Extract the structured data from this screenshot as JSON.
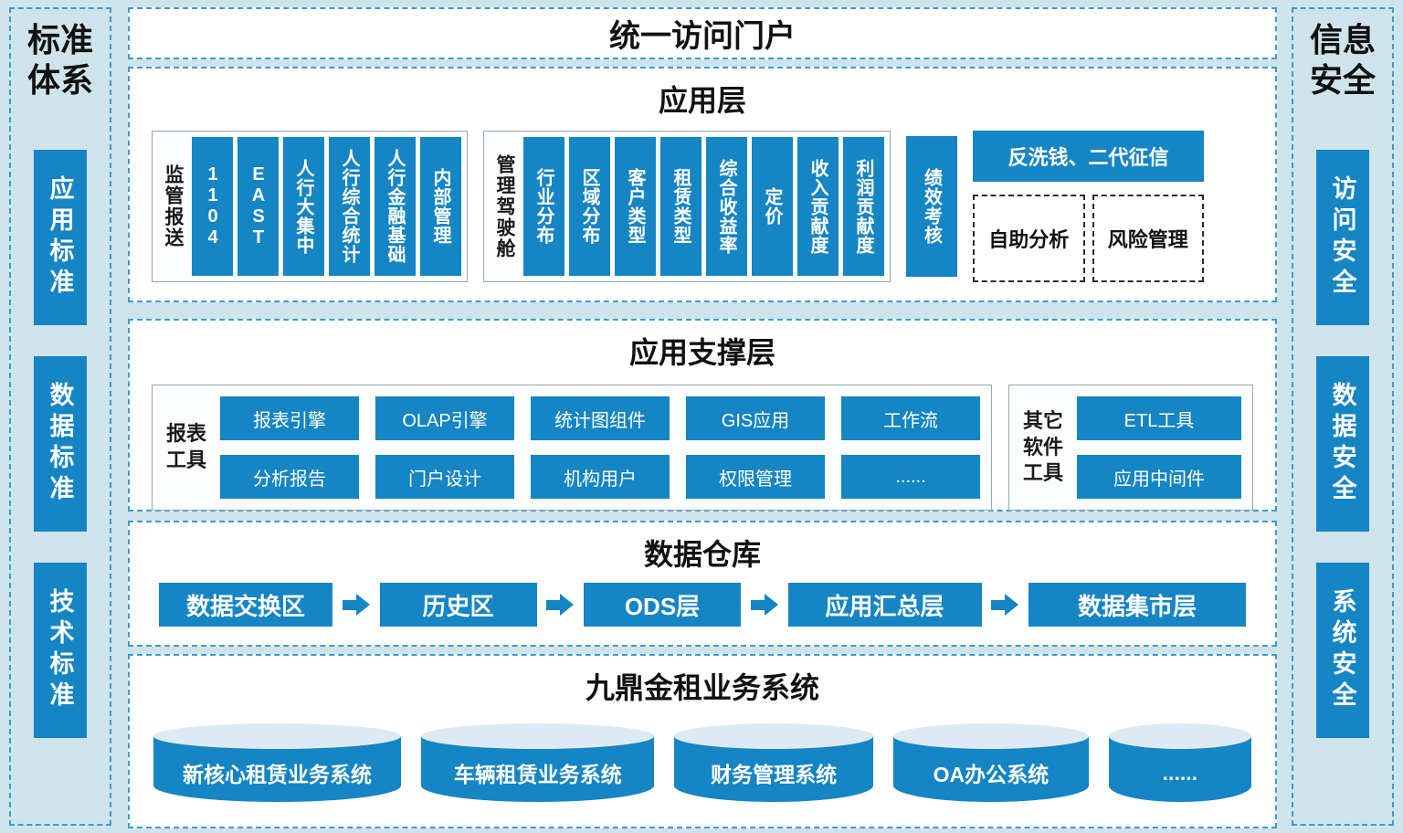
{
  "colors": {
    "accent_blue": "#1585c3",
    "background": "#cfe3eb",
    "dashed_border": "#3a9bd1",
    "cylinder_top": "#dcebf3"
  },
  "left_sidebar": {
    "title": "标准体系",
    "items": [
      "应用标准",
      "数据标准",
      "技术标准"
    ]
  },
  "right_sidebar": {
    "title": "信息安全",
    "items": [
      "访问安全",
      "数据安全",
      "系统安全"
    ]
  },
  "portal": {
    "title": "统一访问门户"
  },
  "app_layer": {
    "title": "应用层",
    "regulatory": {
      "label": "监管报送",
      "items": [
        "1104",
        "EAST",
        "人行大集中",
        "人行综合统计",
        "人行金融基础",
        "内部管理"
      ]
    },
    "cockpit": {
      "label": "管理驾驶舱",
      "items": [
        "行业分布",
        "区域分布",
        "客户类型",
        "租赁类型",
        "综合收益率",
        "定价",
        "收入贡献度",
        "利润贡献度"
      ]
    },
    "performance": "绩效考核",
    "aml": "反洗钱、二代征信",
    "self_analysis": "自助分析",
    "risk_management": "风险管理"
  },
  "support_layer": {
    "title": "应用支撑层",
    "report_tools": {
      "label": "报表工具",
      "row1": [
        "报表引擎",
        "OLAP引擎",
        "统计图组件",
        "GIS应用",
        "工作流"
      ],
      "row2": [
        "分析报告",
        "门户设计",
        "机构用户",
        "权限管理",
        "......"
      ]
    },
    "other_tools": {
      "label": "其它软件工具",
      "items": [
        "ETL工具",
        "应用中间件"
      ]
    }
  },
  "warehouse": {
    "title": "数据仓库",
    "flow": [
      "数据交换区",
      "历史区",
      "ODS层",
      "应用汇总层",
      "数据集市层"
    ]
  },
  "business": {
    "title": "九鼎金租业务系统",
    "systems": [
      "新核心租赁业务系统",
      "车辆租赁业务系统",
      "财务管理系统",
      "OA办公系统",
      "......"
    ]
  }
}
